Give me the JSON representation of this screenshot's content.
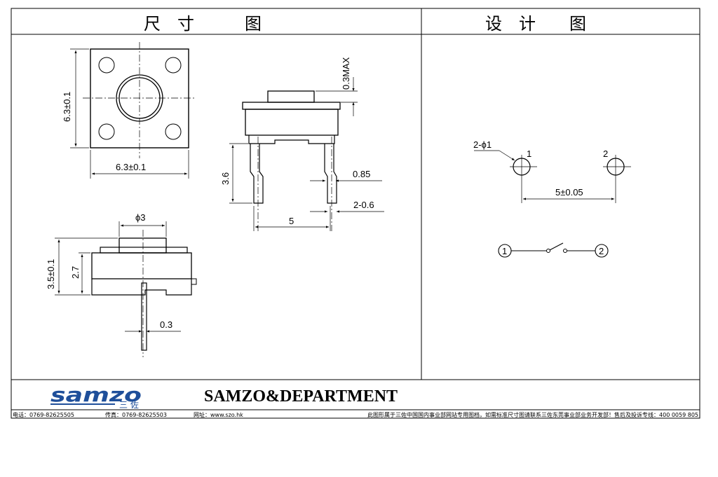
{
  "header": {
    "left_title": "尺　寸　　　图",
    "right_title": "设　计　　图"
  },
  "dimensions": {
    "top_height": "6.3±0.1",
    "top_width": "6.3±0.1",
    "side_max": "0.3MAX",
    "side_height": "3.6",
    "side_pin_width": "0.85",
    "side_pin_spacing": "5",
    "side_pin_count": "2-0.6",
    "front_diameter": "ϕ3",
    "front_total_height": "3.5±0.1",
    "front_body_height": "2.7",
    "front_pin_thickness": "0.3"
  },
  "design": {
    "hole_spec": "2-ϕ1",
    "pad1_label": "1",
    "pad2_label": "2",
    "pad_spacing": "5±0.05",
    "schematic_node1": "1",
    "schematic_node2": "2"
  },
  "brand": {
    "logo_text": "samzo",
    "logo_cn": "三 佐",
    "department": "SAMZO&DEPARTMENT"
  },
  "footer": {
    "phone": "电话：0769-82625505",
    "fax": "传真：0769-82625503",
    "website": "网址：www.szo.hk",
    "notice": "此图形属于三佐中国国内事业部网站专用图档，如需标准尺寸图请联系三佐东莞事业部业务开发部！售后及投诉专线：400 0059 805"
  }
}
